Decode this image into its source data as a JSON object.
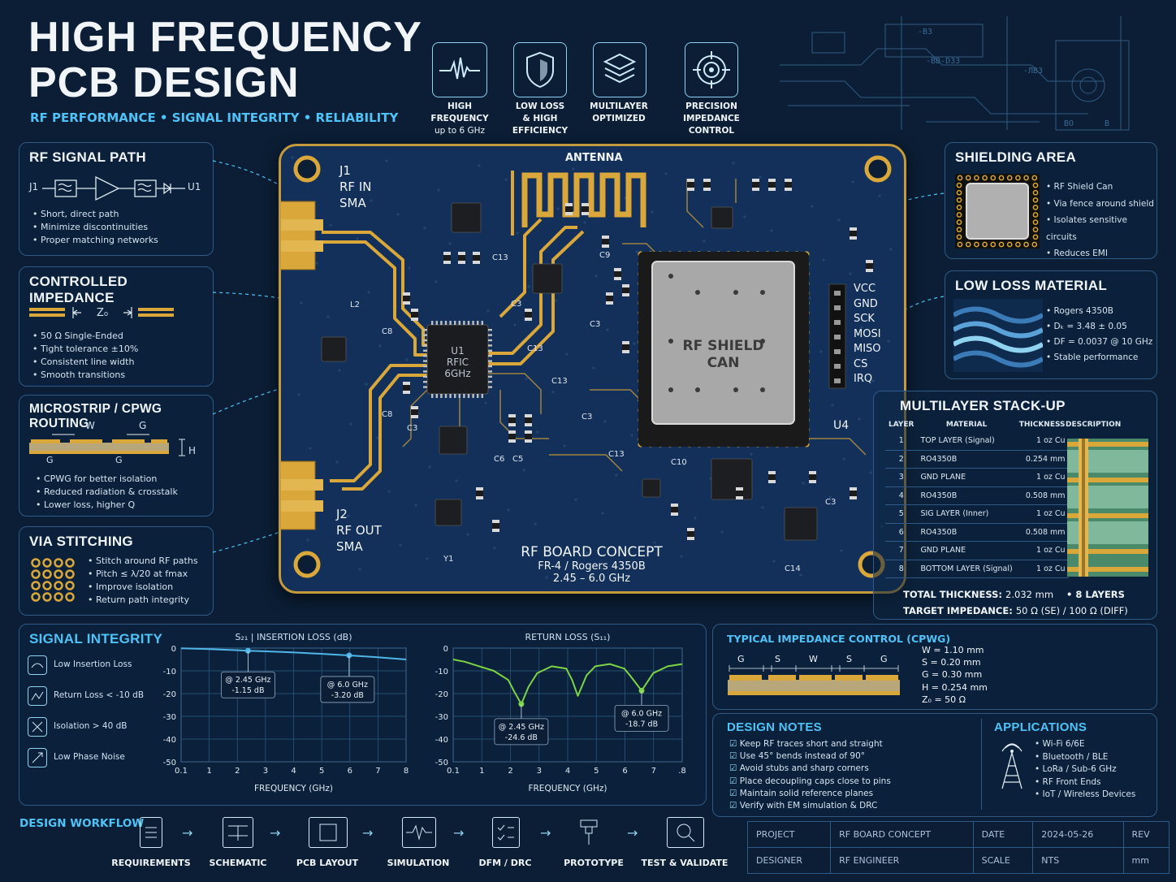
{
  "header": {
    "title_line1": "HIGH FREQUENCY",
    "title_line2": "PCB DESIGN",
    "subtitle": "RF PERFORMANCE • SIGNAL INTEGRITY • RELIABILITY"
  },
  "features": [
    {
      "icon": "waveform-icon",
      "line1": "HIGH FREQUENCY",
      "line2": "up to 6 GHz"
    },
    {
      "icon": "shield-icon",
      "line1": "LOW LOSS",
      "line2": "& HIGH EFFICIENCY"
    },
    {
      "icon": "layers-icon",
      "line1": "MULTILAYER",
      "line2": "OPTIMIZED"
    },
    {
      "icon": "target-icon",
      "line1": "PRECISION",
      "line2": "IMPEDANCE CONTROL"
    }
  ],
  "rf_signal_path": {
    "title": "RF SIGNAL PATH",
    "start": "J1",
    "end": "U1",
    "bullets": [
      "Short, direct path",
      "Minimize discontinuities",
      "Proper matching networks"
    ]
  },
  "controlled_impedance": {
    "title": "CONTROLLED IMPEDANCE",
    "label": "Z₀",
    "bullets": [
      "50 Ω Single-Ended",
      "Tight tolerance ±10%",
      "Consistent line width",
      "Smooth transitions"
    ]
  },
  "microstrip": {
    "title": "MICROSTRIP / CPWG ROUTING",
    "w": "W",
    "g": "G",
    "h": "H",
    "bullets": [
      "CPWG for better isolation",
      "Reduced radiation & crosstalk",
      "Lower loss, higher Q"
    ]
  },
  "via_stitching": {
    "title": "VIA STITCHING",
    "bullets": [
      "Stitch around RF paths",
      "Pitch ≤ λ/20 at fmax",
      "Improve isolation",
      "Return path integrity"
    ]
  },
  "board": {
    "j1": [
      "J1",
      "RF IN",
      "SMA"
    ],
    "j2": [
      "J2",
      "RF OUT",
      "SMA"
    ],
    "antenna": "ANTENNA",
    "u1": [
      "U1",
      "RFIC",
      "6GHz"
    ],
    "shield": [
      "RF SHIELD",
      "CAN"
    ],
    "u4": "U4",
    "header_pins": [
      "VCC",
      "GND",
      "SCK",
      "MOSI",
      "MISO",
      "CS",
      "IRQ"
    ],
    "concept": "RF BOARD CONCEPT",
    "material": "FR-4 / Rogers 4350B",
    "freq": "2.45 – 6.0 GHz",
    "refdes": [
      "L2",
      "C8",
      "C3",
      "C13",
      "C9",
      "C13",
      "C3",
      "C8",
      "C3",
      "C6",
      "C5",
      "C13",
      "C3",
      "Y1",
      "C14",
      "C3",
      "C13",
      "C10"
    ]
  },
  "shielding": {
    "title": "SHIELDING AREA",
    "bullets": [
      "RF Shield Can",
      "Via fence around shield",
      "Isolates sensitive circuits",
      "Reduces EMI"
    ]
  },
  "low_loss": {
    "title": "LOW LOSS MATERIAL",
    "bullets": [
      "Rogers 4350B",
      "Dₖ = 3.48 ± 0.05",
      "DF = 0.0037 @ 10 GHz",
      "Stable performance"
    ]
  },
  "stackup": {
    "title": "MULTILAYER STACK-UP",
    "headers": [
      "LAYER",
      "MATERIAL",
      "THICKNESS",
      "DESCRIPTION"
    ],
    "rows": [
      [
        "1",
        "TOP LAYER (Signal)",
        "1 oz Cu"
      ],
      [
        "2",
        "RO4350B",
        "0.254 mm"
      ],
      [
        "3",
        "GND PLANE",
        "1 oz Cu"
      ],
      [
        "4",
        "RO4350B",
        "0.508 mm"
      ],
      [
        "5",
        "SIG LAYER (Inner)",
        "1 oz Cu"
      ],
      [
        "6",
        "RO4350B",
        "0.508 mm"
      ],
      [
        "7",
        "GND PLANE",
        "1 oz Cu"
      ],
      [
        "8",
        "BOTTOM LAYER (Signal)",
        "1 oz Cu"
      ]
    ],
    "total_label": "TOTAL THICKNESS:",
    "total_value": "2.032 mm",
    "layers": "•   8 LAYERS",
    "impedance_label": "TARGET IMPEDANCE:",
    "impedance_value": "50 Ω (SE)  /  100 Ω (DIFF)"
  },
  "signal_integrity": {
    "title": "SIGNAL INTEGRITY",
    "items": [
      {
        "icon": "insertion-loss-icon",
        "label": "Low Insertion Loss"
      },
      {
        "icon": "return-loss-icon",
        "label": "Return Loss < -10 dB"
      },
      {
        "icon": "isolation-icon",
        "label": "Isolation > 40 dB"
      },
      {
        "icon": "phase-noise-icon",
        "label": "Low Phase Noise"
      }
    ]
  },
  "chart_data": [
    {
      "type": "line",
      "title": "S₂₁ | INSERTION LOSS (dB)",
      "xlabel": "FREQUENCY (GHz)",
      "ylabel": "",
      "xticks": [
        "0.1",
        "1",
        "2",
        "3",
        "4",
        "5",
        "6",
        "7",
        "8"
      ],
      "yticks": [
        "0",
        "-10",
        "-20",
        "-30",
        "-40",
        "-50"
      ],
      "xlim": [
        0.1,
        8
      ],
      "ylim": [
        -50,
        0
      ],
      "x": [
        0.1,
        1,
        2,
        2.45,
        3,
        4,
        5,
        6,
        7,
        8
      ],
      "y": [
        -0.1,
        -0.4,
        -0.9,
        -1.15,
        -1.4,
        -1.9,
        -2.5,
        -3.2,
        -4.0,
        -5.0
      ],
      "markers": [
        {
          "x": 2.45,
          "y": -1.15,
          "label1": "@ 2.45 GHz",
          "label2": "-1.15 dB"
        },
        {
          "x": 6.0,
          "y": -3.2,
          "label1": "@ 6.0 GHz",
          "label2": "-3.20 dB"
        }
      ],
      "color": "#4fb6e8"
    },
    {
      "type": "line",
      "title": "RETURN LOSS (S₁₁)",
      "xlabel": "FREQUENCY (GHz)",
      "ylabel": "",
      "xticks": [
        "0.1",
        "1",
        "2",
        "3",
        "4",
        "5",
        "6",
        "7",
        ".8"
      ],
      "yticks": [
        "0",
        "-10",
        "-20",
        "-30",
        "-40",
        "-50"
      ],
      "xlim": [
        0.1,
        8
      ],
      "ylim": [
        -50,
        0
      ],
      "x": [
        0.1,
        0.5,
        1,
        1.5,
        2,
        2.2,
        2.45,
        2.7,
        3,
        3.5,
        4,
        4.2,
        4.4,
        4.7,
        5,
        5.5,
        6,
        6.2,
        6.6,
        7,
        7.5,
        8
      ],
      "y": [
        -5,
        -6,
        -8,
        -10,
        -14,
        -19,
        -24.6,
        -17,
        -11,
        -8,
        -9,
        -14,
        -21,
        -12,
        -8,
        -7,
        -9,
        -12,
        -18.7,
        -11,
        -8,
        -7
      ],
      "markers": [
        {
          "x": 2.45,
          "y": -24.6,
          "label1": "@ 2.45 GHz",
          "label2": "-24.6 dB"
        },
        {
          "x": 6.6,
          "y": -18.7,
          "label1": "@ 6.0 GHz",
          "label2": "-18.7 dB"
        }
      ],
      "color": "#7dd444"
    }
  ],
  "cpwg": {
    "title": "TYPICAL IMPEDANCE CONTROL (CPWG)",
    "labels": [
      "G",
      "S",
      "W",
      "S",
      "G"
    ],
    "params": [
      "W  =  1.10 mm",
      "S  =  0.20 mm",
      "G  =  0.30 mm",
      "H  =  0.254 mm",
      "Z₀  =  50 Ω"
    ]
  },
  "design_notes": {
    "title": "DESIGN NOTES",
    "items": [
      "Keep RF traces short and straight",
      "Use 45° bends instead of 90°",
      "Avoid stubs and sharp corners",
      "Place decoupling caps close to pins",
      "Maintain solid reference planes",
      "Verify with EM simulation & DRC"
    ]
  },
  "applications": {
    "title": "APPLICATIONS",
    "items": [
      "Wi-Fi 6/6E",
      "Bluetooth / BLE",
      "LoRa / Sub-6 GHz",
      "RF Front Ends",
      "IoT / Wireless Devices"
    ]
  },
  "workflow": {
    "title": "DESIGN WORKFLOW",
    "steps": [
      {
        "icon": "clipboard-icon",
        "label": "REQUIREMENTS"
      },
      {
        "icon": "schematic-icon",
        "label": "SCHEMATIC"
      },
      {
        "icon": "chip-icon",
        "label": "PCB LAYOUT"
      },
      {
        "icon": "waveform-icon",
        "label": "SIMULATION"
      },
      {
        "icon": "checklist-icon",
        "label": "DFM / DRC"
      },
      {
        "icon": "drill-icon",
        "label": "PROTOTYPE"
      },
      {
        "icon": "magnifier-icon",
        "label": "TEST & VALIDATE"
      }
    ]
  },
  "title_block": {
    "row1": [
      "PROJECT",
      "RF BOARD CONCEPT",
      "DATE",
      "2024-05-26",
      "REV"
    ],
    "row2": [
      "DESIGNER",
      "RF ENGINEER",
      "SCALE",
      "NTS",
      "mm"
    ]
  }
}
